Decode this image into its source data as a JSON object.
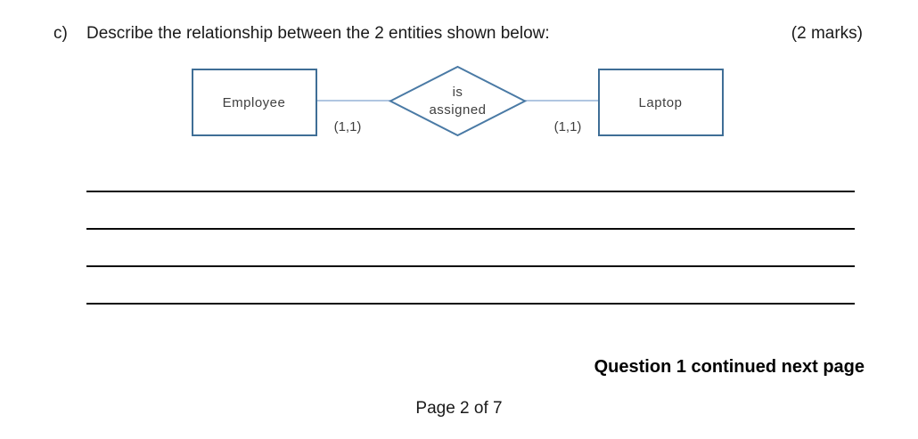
{
  "question": {
    "label": "c)",
    "text": "Describe the relationship between the 2 entities shown below:",
    "marks": "(2 marks)"
  },
  "diagram": {
    "entity_left": "Employee",
    "entity_right": "Laptop",
    "relationship_line1": "is",
    "relationship_line2": "assigned",
    "cardinality_left": "(1,1)",
    "cardinality_right": "(1,1)",
    "colors": {
      "entity_border": "#3f6e96",
      "relationship_border": "#4a7aa5",
      "connector": "#95b3d7",
      "diagram_text": "#3f3f3f"
    }
  },
  "answer_lines": {
    "count": 4
  },
  "footer": {
    "continuation": "Question 1 continued next page",
    "page_number": "Page 2 of 7"
  }
}
